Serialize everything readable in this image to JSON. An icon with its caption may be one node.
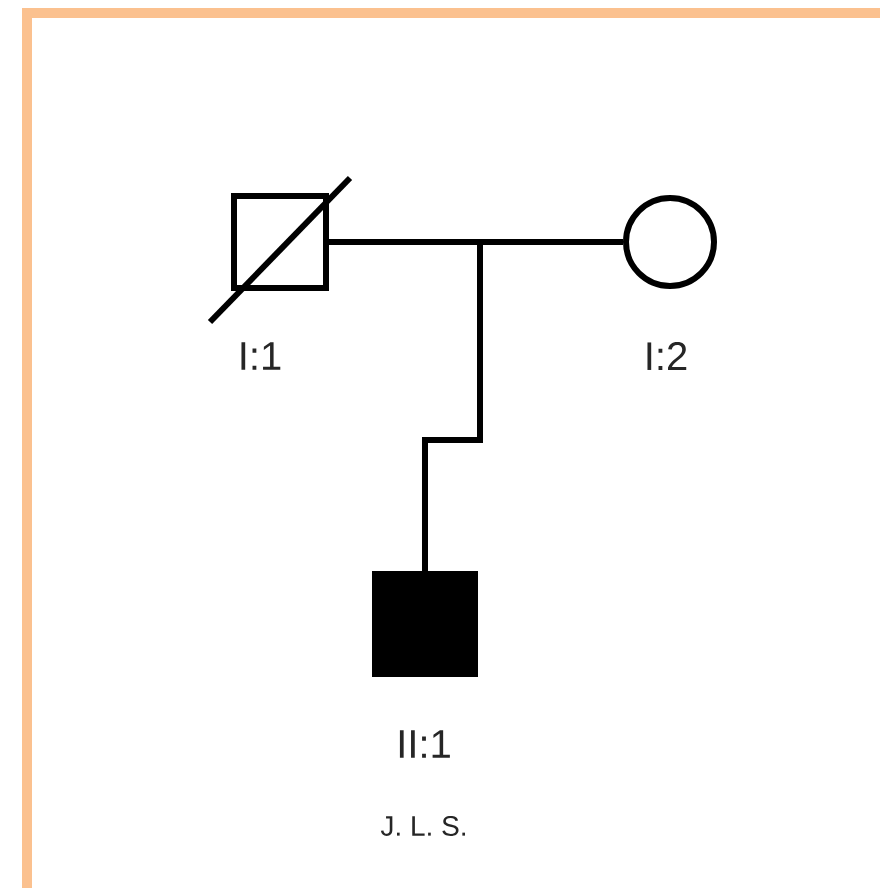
{
  "diagram": {
    "nodes": [
      {
        "text": [],
        "shape": "box",
        "beside": [
          "I:1"
        ]
      },
      {
        "text": [],
        "shape": "circle",
        "beside": [
          "I:2"
        ]
      },
      {
        "text": [],
        "shape": "box",
        "beside": [
          "II:1",
          "J. L. S."
        ]
      }
    ],
    "edges": [
      {
        "from": 0,
        "to": 2,
        "arrow": "none"
      },
      {
        "from": 1,
        "to": 2,
        "arrow": "none"
      }
    ]
  }
}
